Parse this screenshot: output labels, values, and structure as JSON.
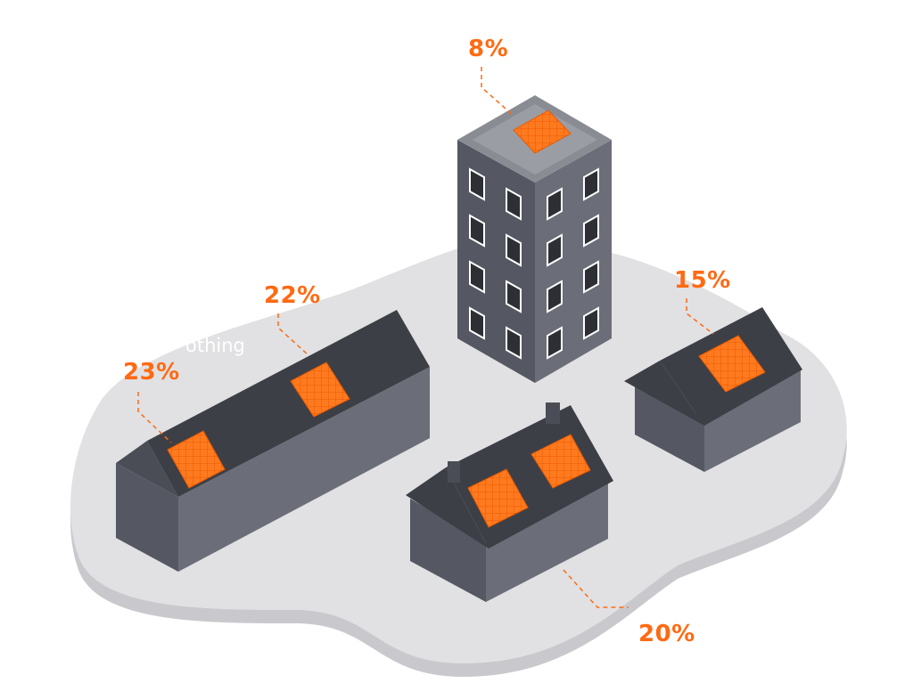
{
  "colors": {
    "accent": "#ff6a13",
    "ground": "#e1e1e3",
    "ground_shadow": "#c9c9cd",
    "wall_dark": "#555862",
    "wall_light": "#6b6e78",
    "roof": "#3d3f46"
  },
  "labels": {
    "tower": "8%",
    "long_house_left": "23%",
    "long_house_right": "22%",
    "small_house": "15%",
    "middle_house": "20%"
  },
  "partial_text": "othing"
}
